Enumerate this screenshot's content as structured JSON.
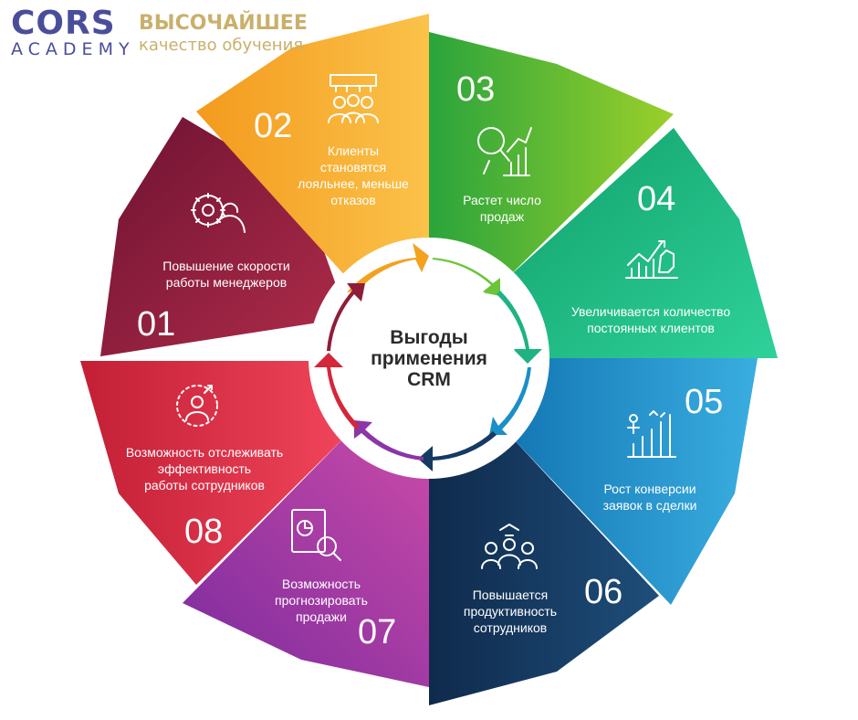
{
  "logo": {
    "brand": "CORS",
    "sub": "ACADEMY",
    "tagline_1": "ВЫСОЧАЙШЕЕ",
    "tagline_2": "качество обучения"
  },
  "center": {
    "line1": "Выгоды",
    "line2": "применения",
    "line3": "CRM"
  },
  "segments": [
    {
      "num": "01",
      "text": "Повышение скорости\nработы менеджеров",
      "color": "#8e1d3a",
      "icon": "gear-head-icon"
    },
    {
      "num": "02",
      "text": "Клиенты\nстановятся\nлояльнее, меньше\nотказов",
      "color": "#f3a21f",
      "icon": "audience-icon"
    },
    {
      "num": "03",
      "text": "Растет число\nпродаж",
      "color": "#4ab83a",
      "icon": "magnifier-chart-icon"
    },
    {
      "num": "04",
      "text": "Увеличивается количество\nпостоянных клиентов",
      "color": "#1fb384",
      "icon": "growth-hand-icon"
    },
    {
      "num": "05",
      "text": "Рост конверсии\nзаявок в сделки",
      "color": "#1b8fc6",
      "icon": "stairs-growth-icon"
    },
    {
      "num": "06",
      "text": "Повышается\nпродуктивность\nсотрудников",
      "color": "#153a63",
      "icon": "team-icon"
    },
    {
      "num": "07",
      "text": "Возможность\nпрогнозировать\nпродажи",
      "color": "#a53aa8",
      "icon": "forecast-search-icon"
    },
    {
      "num": "08",
      "text": "Возможность отслеживать\nэффективность\nработы сотрудников",
      "color": "#d4273a",
      "icon": "employee-target-icon"
    }
  ]
}
